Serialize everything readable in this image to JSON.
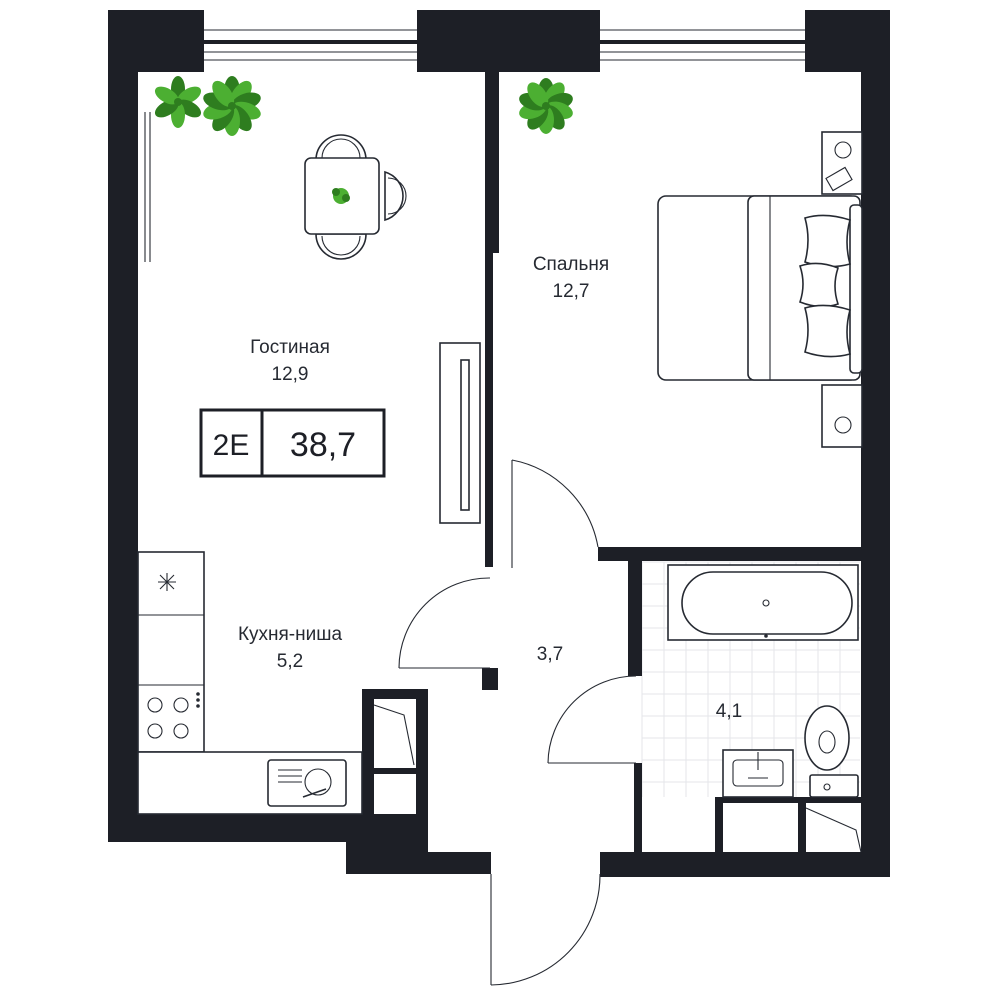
{
  "rooms": {
    "living": {
      "name": "Гостиная",
      "area": "12,9"
    },
    "bedroom": {
      "name": "Спальня",
      "area": "12,7"
    },
    "kitchen": {
      "name": "Кухня-ниша",
      "area": "5,2"
    },
    "hall": {
      "area": "3,7"
    },
    "bathroom": {
      "area": "4,1"
    }
  },
  "badge": {
    "type": "2Е",
    "total_area": "38,7"
  },
  "colors": {
    "wall": "#1d1f26",
    "plant": "#4caf32",
    "plant_dark": "#2e7d1f",
    "tile": "#e4e6ea"
  },
  "icons": [
    "plant-icon",
    "bed-icon",
    "bathtub-icon",
    "toilet-icon",
    "sink-icon",
    "stove-icon",
    "dining-set-icon",
    "kitchen-sink-icon"
  ]
}
